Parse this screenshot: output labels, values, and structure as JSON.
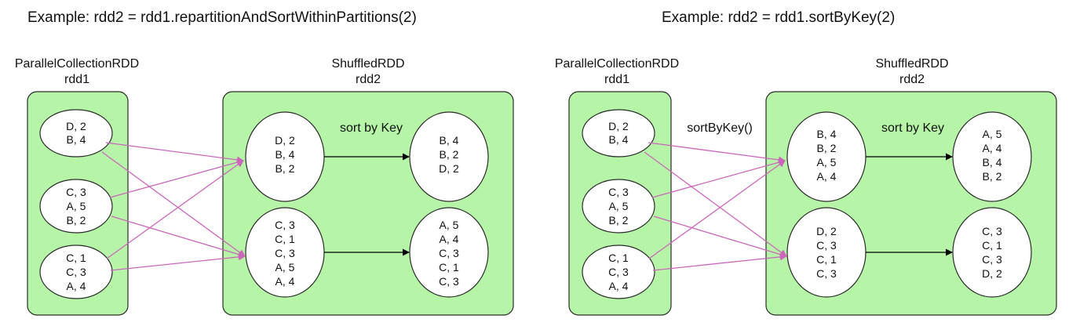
{
  "colors": {
    "rdd_fill": "#b6f5a8",
    "partition_fill": "#ffffff",
    "border": "#2b2b2b",
    "shuffle_arrow": "#cc66bb",
    "sort_arrow": "#000000"
  },
  "examples": [
    {
      "title": "Example: rdd2 = rdd1.repartitionAndSortWithinPartitions(2)",
      "source": {
        "type": "ParallelCollectionRDD",
        "name": "rdd1",
        "partitions": [
          [
            "D, 2",
            "B, 4"
          ],
          [
            "C, 3",
            "A, 5",
            "B, 2"
          ],
          [
            "C, 1",
            "C, 3",
            "A, 4"
          ]
        ]
      },
      "shuffle_label": "",
      "target": {
        "type": "ShuffledRDD",
        "name": "rdd2",
        "sort_label": "sort by Key",
        "before": [
          [
            "D, 2",
            "B, 4",
            "B, 2"
          ],
          [
            "C, 3",
            "C, 1",
            "C, 3",
            "A, 5",
            "A, 4"
          ]
        ],
        "after": [
          [
            "B, 4",
            "B, 2",
            "D, 2"
          ],
          [
            "A, 5",
            "A, 4",
            "C, 3",
            "C, 1",
            "C, 3"
          ]
        ]
      },
      "edges": [
        [
          0,
          0
        ],
        [
          0,
          1
        ],
        [
          1,
          0
        ],
        [
          1,
          1
        ],
        [
          2,
          0
        ],
        [
          2,
          1
        ]
      ]
    },
    {
      "title": "Example: rdd2 = rdd1.sortByKey(2)",
      "source": {
        "type": "ParallelCollectionRDD",
        "name": "rdd1",
        "partitions": [
          [
            "D, 2",
            "B, 4"
          ],
          [
            "C, 3",
            "A, 5",
            "B, 2"
          ],
          [
            "C, 1",
            "C, 3",
            "A, 4"
          ]
        ]
      },
      "shuffle_label": "sortByKey()",
      "target": {
        "type": "ShuffledRDD",
        "name": "rdd2",
        "sort_label": "sort by Key",
        "before": [
          [
            "B, 4",
            "B, 2",
            "A, 5",
            "A, 4"
          ],
          [
            "D, 2",
            "C, 3",
            "C, 1",
            "C, 3"
          ]
        ],
        "after": [
          [
            "A, 5",
            "A, 4",
            "B, 4",
            "B, 2"
          ],
          [
            "C, 3",
            "C, 1",
            "C, 3",
            "D, 2"
          ]
        ]
      },
      "edges": [
        [
          0,
          0
        ],
        [
          0,
          1
        ],
        [
          1,
          0
        ],
        [
          1,
          1
        ],
        [
          2,
          0
        ],
        [
          2,
          1
        ]
      ]
    }
  ]
}
